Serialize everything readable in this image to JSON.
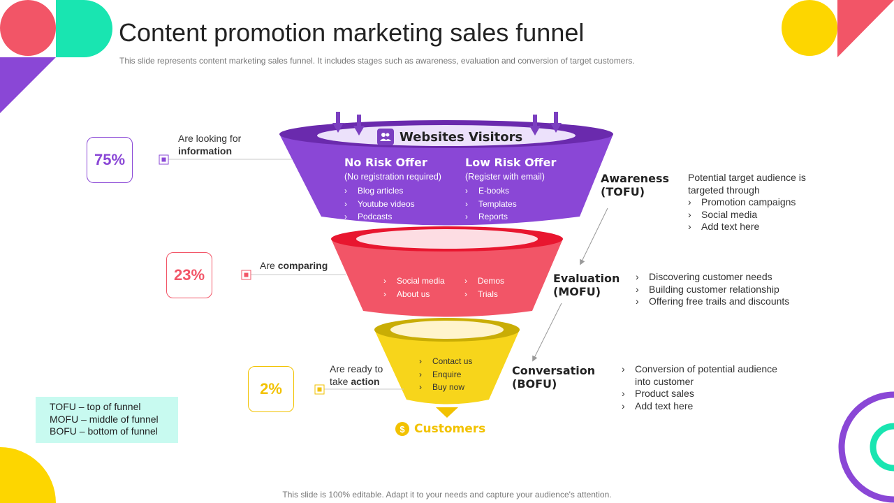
{
  "header": {
    "title": "Content promotion marketing sales funnel",
    "subtitle": "This slide represents content marketing sales funnel. It includes stages such as awareness, evaluation and conversion of target customers."
  },
  "footer": "This slide is 100% editable. Adapt it to your needs and capture your audience's attention.",
  "colors": {
    "purple": "#8a47d6",
    "red": "#f25567",
    "yellow": "#f7d51b",
    "teal": "#19e5b1",
    "mint": "#c8faf0"
  },
  "funnel": {
    "top_label": "Websites Visitors",
    "top_icon": "users-icon",
    "bottom_label": "Customers",
    "bottom_icon": "dollar-coin-icon",
    "tofu": {
      "percent": "75%",
      "label_line1": "Are looking for",
      "label_bold": "information",
      "stage_line1": "Awareness",
      "stage_line2": "(TOFU)",
      "left_col": {
        "heading": "No Risk Offer",
        "sub": "(No registration required)",
        "items": [
          "Blog articles",
          "Youtube videos",
          "Podcasts"
        ]
      },
      "right_col": {
        "heading": "Low Risk Offer",
        "sub": "(Register with email)",
        "items": [
          "E-books",
          "Templates",
          "Reports"
        ]
      },
      "desc_intro_1": "Potential target audience is",
      "desc_intro_2": "targeted through",
      "desc_items": [
        "Promotion campaigns",
        "Social media",
        "Add text here"
      ]
    },
    "mofu": {
      "percent": "23%",
      "label_plain": "Are",
      "label_bold": "comparing",
      "stage_line1": "Evaluation",
      "stage_line2": "(MOFU)",
      "left_items": [
        "Social media",
        "About us"
      ],
      "right_items": [
        "Demos",
        "Trials"
      ],
      "desc_items": [
        "Discovering customer needs",
        "Building customer relationship",
        "Offering free trails and discounts"
      ]
    },
    "bofu": {
      "percent": "2%",
      "label_line1": "Are ready to",
      "label_plain": "take",
      "label_bold": "action",
      "stage_line1": "Conversation",
      "stage_line2": "(BOFU)",
      "items": [
        "Contact us",
        "Enquire",
        "Buy now"
      ],
      "desc_item1_line1": "Conversion of potential audience",
      "desc_item1_line2": "into customer",
      "desc_items": [
        "Product sales",
        "Add text here"
      ]
    }
  },
  "legend": [
    "TOFU – top of funnel",
    "MOFU – middle of funnel",
    "BOFU – bottom of funnel"
  ]
}
